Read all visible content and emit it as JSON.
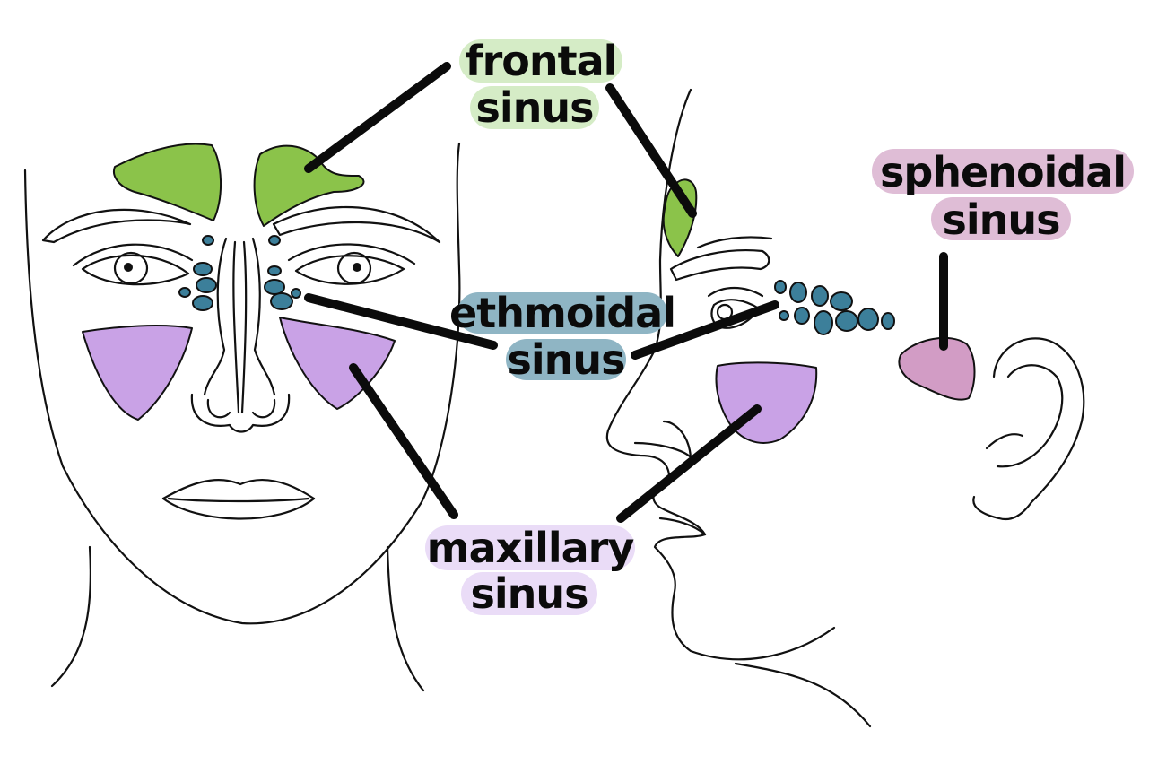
{
  "labels": {
    "frontal": {
      "line1": "frontal",
      "line2": "sinus"
    },
    "ethmoidal": {
      "line1": "ethmoidal",
      "line2": "sinus"
    },
    "maxillary": {
      "line1": "maxillary",
      "line2": "sinus"
    },
    "sphenoidal": {
      "line1": "sphenoidal",
      "line2": "sinus"
    }
  },
  "colors": {
    "frontal_fill": "#8bc34a",
    "frontal_label_bg": "#d5ecc6",
    "ethmoidal_fill": "#3c7f9a",
    "ethmoidal_label_bg": "#8fb5c4",
    "maxillary_fill": "#c9a2e6",
    "maxillary_label_bg": "#eadcf7",
    "sphenoidal_fill": "#d29cc5",
    "sphenoidal_label_bg": "#dfbdd6"
  }
}
